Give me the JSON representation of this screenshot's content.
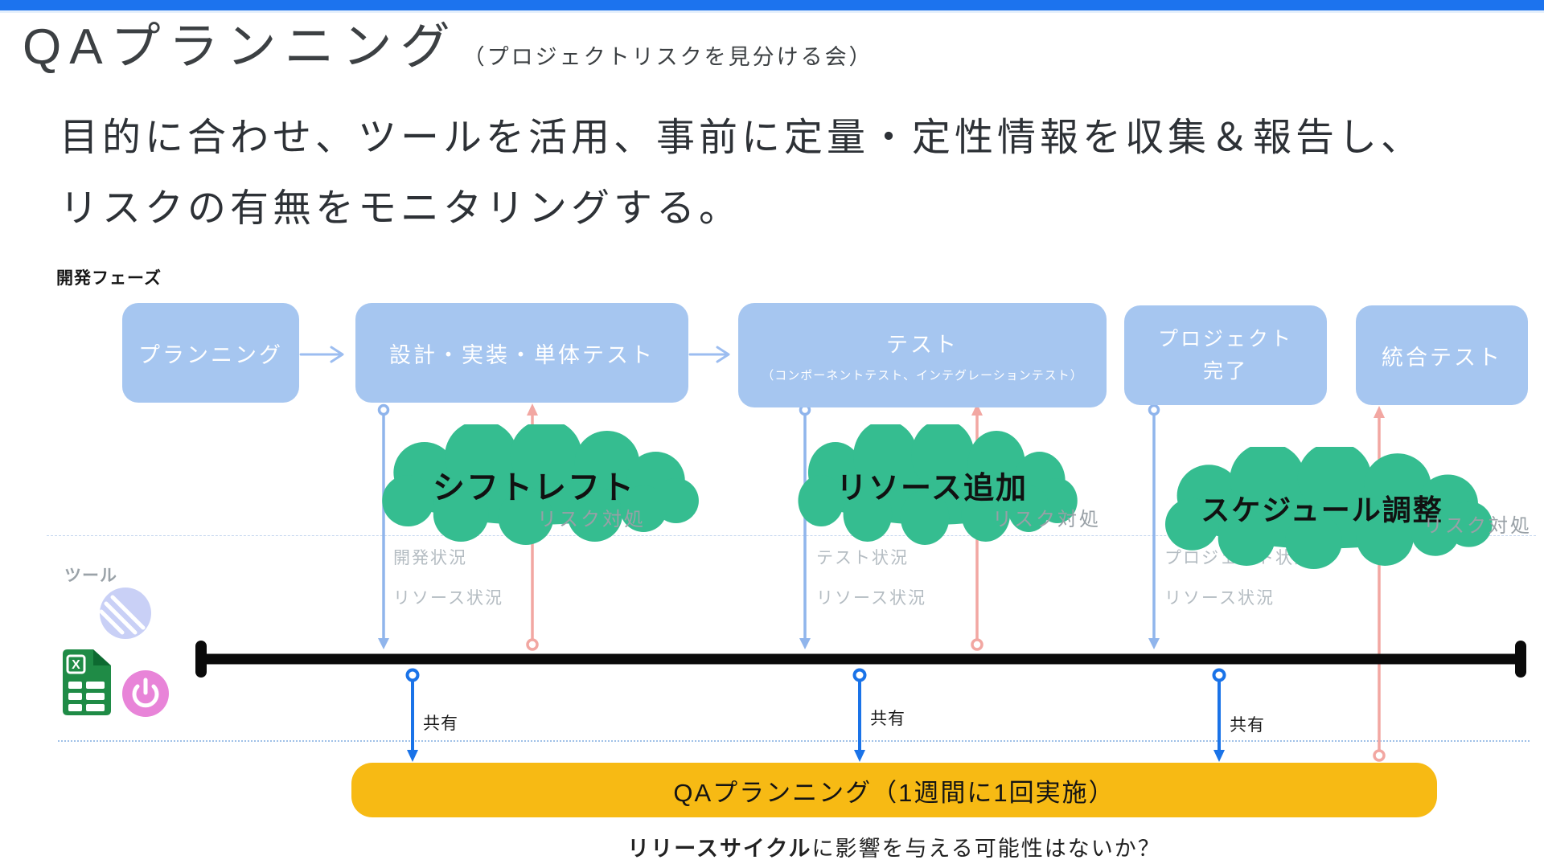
{
  "slide": {
    "title": "QAプランニング",
    "subtitle": "（プロジェクトリスクを見分ける会）",
    "description": {
      "line1": "目的に合わせ、ツールを活用、事前に定量・定性情報を収集＆報告し、",
      "line2": "リスクの有無をモニタリングする。"
    }
  },
  "phases": {
    "section_label": "開発フェーズ",
    "boxes": [
      {
        "label": "プランニング"
      },
      {
        "label": "設計・実装・単体テスト"
      },
      {
        "label": "テスト",
        "sublabel": "（コンポーネントテスト、インテグレーションテスト）"
      },
      {
        "label": "プロジェクト",
        "label_line2": "完了"
      },
      {
        "label": "統合テスト"
      }
    ]
  },
  "risk_actions": {
    "clouds": [
      {
        "label": "シフトレフト"
      },
      {
        "label": "リソース追加"
      },
      {
        "label": "スケジュール調整"
      }
    ],
    "risk_handling_labels": [
      "リスク対処",
      "リスク対処",
      "リスク対処"
    ]
  },
  "monitoring": {
    "status_groups": [
      {
        "line1": "開発状況",
        "line2": "リソース状況"
      },
      {
        "line1": "テスト状況",
        "line2": "リソース状況"
      },
      {
        "line1": "プロジェクト状況",
        "line2": "リソース状況"
      }
    ],
    "share_labels": [
      "共有",
      "共有",
      "共有"
    ]
  },
  "tools": {
    "section_label": "ツール",
    "icons": [
      "striped-circle-icon",
      "spreadsheet-icon",
      "power-icon"
    ],
    "spreadsheet_letter": "X"
  },
  "qa_bar": {
    "label": "QAプランニング（1週間に1回実施）"
  },
  "footer": {
    "emphasis": "リリースサイクル",
    "text": "に影響を与える可能性はないか？"
  },
  "colors": {
    "accent_bar": "#1c73ee",
    "phase_box_blue": "#a6c6f0",
    "connector_blue": "#93b7ec",
    "share_blue": "#1a73e8",
    "risk_pink": "#f2a7a2",
    "cloud_green": "#35bd90",
    "qa_bar_yellow": "#f7ba14",
    "timeline_black": "#0a0a0a",
    "muted_gray": "#9aa2a8"
  }
}
